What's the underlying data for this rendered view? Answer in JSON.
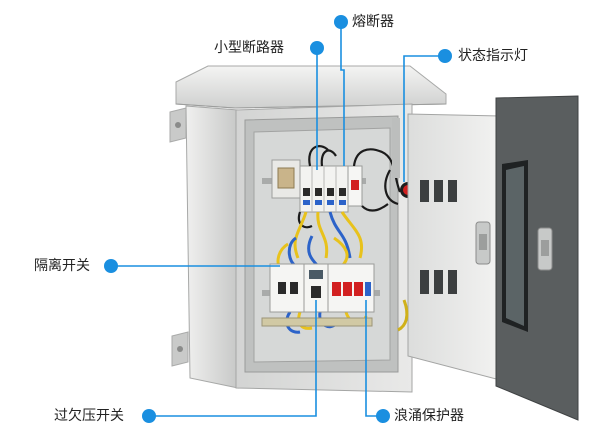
{
  "colors": {
    "accent": "#1a8fe0",
    "cabinet": "#dedfde",
    "cabinet_dark": "#b9bbba",
    "mounting_plate": "#cfd1d0",
    "wire_yellow": "#e8c21c",
    "wire_blue": "#2c63c9",
    "wire_black": "#1b1b1b",
    "indicator_red": "#d22020",
    "door_frame": "#5a5e5f"
  },
  "labels": {
    "fuse": "熔断器",
    "mcb": "小型断路器",
    "status_light": "状态指示灯",
    "isolator": "隔离开关",
    "voltage_protector": "过欠压开关",
    "surge_protector": "浪涌保护器"
  }
}
